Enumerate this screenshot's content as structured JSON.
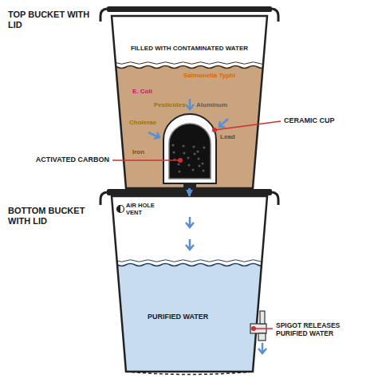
{
  "diagram": {
    "nodes": [
      {
        "text": [
          "TOP BUCKET WITH LID",
          "FILLED WITH CONTAMINATED WATER"
        ]
      },
      {
        "text": [
          "BOTTOM BUCKET WITH LID",
          "AIR HOLE VENT",
          "PURIFIED WATER"
        ]
      }
    ],
    "edges": [
      {
        "from": 0,
        "to": 1,
        "arrow": "to"
      }
    ],
    "labels": [
      "E. Coli",
      "Salmonella Typhi",
      "Pesticides",
      "Aluminum",
      "Cholerae",
      "Iron",
      "Lead",
      "CERAMIC CUP",
      "ACTIVATED CARBON",
      "SPIGOT RELEASES PURIFIED WATER"
    ]
  }
}
